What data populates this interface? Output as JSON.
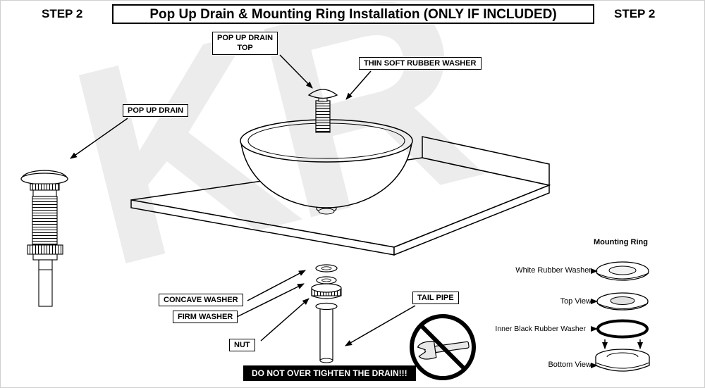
{
  "header": {
    "step_left": "STEP 2",
    "title": "Pop Up Drain & Mounting Ring Installation (ONLY IF INCLUDED)",
    "step_right": "STEP 2"
  },
  "callouts": {
    "pop_up_drain_top_line1": "POP UP DRAIN",
    "pop_up_drain_top_line2": "TOP",
    "thin_soft_rubber_washer": "THIN SOFT RUBBER WASHER",
    "pop_up_drain": "POP UP DRAIN",
    "concave_washer": "CONCAVE  WASHER",
    "firm_washer": "FIRM WASHER",
    "nut": "NUT",
    "tail_pipe": "TAIL PIPE"
  },
  "warning": "DO NOT OVER TIGHTEN THE DRAIN!!!",
  "mounting_ring": {
    "title": "Mounting Ring",
    "white_rubber_washer": "White Rubber Washer",
    "top_view": "Top View",
    "inner_black_rubber_washer": "Inner Black Rubber Washer",
    "bottom_view": "Bottom View"
  },
  "watermark": "KR",
  "colors": {
    "line": "#000000",
    "warning_bg": "#000000",
    "warning_text": "#ffffff",
    "watermark_gray": "#e9e9e9"
  }
}
